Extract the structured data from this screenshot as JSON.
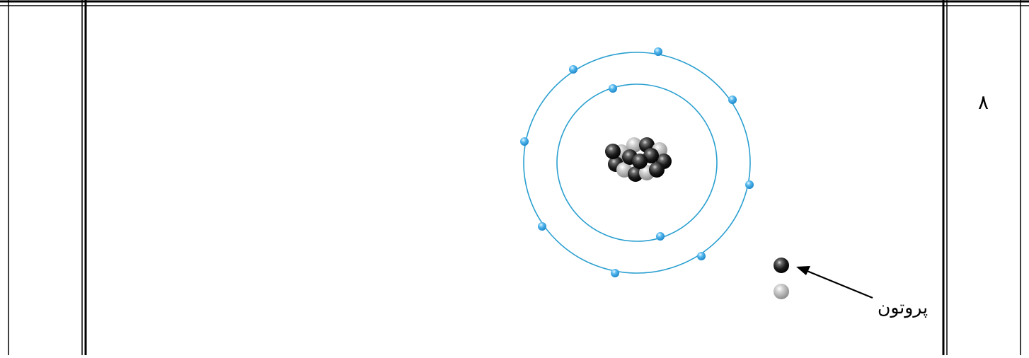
{
  "question": {
    "number": "٨"
  },
  "diagram": {
    "subject": "atom-model",
    "outer_shell_electrons": 8,
    "inner_shell_electrons": 2,
    "legend": {
      "proton_label": "پروتون"
    },
    "colors": {
      "orbit": "#2a9fd0",
      "electron": "#3aa6e4",
      "proton": "#1a1a1a",
      "neutron": "#b5b5b5",
      "border": "#000000"
    }
  }
}
